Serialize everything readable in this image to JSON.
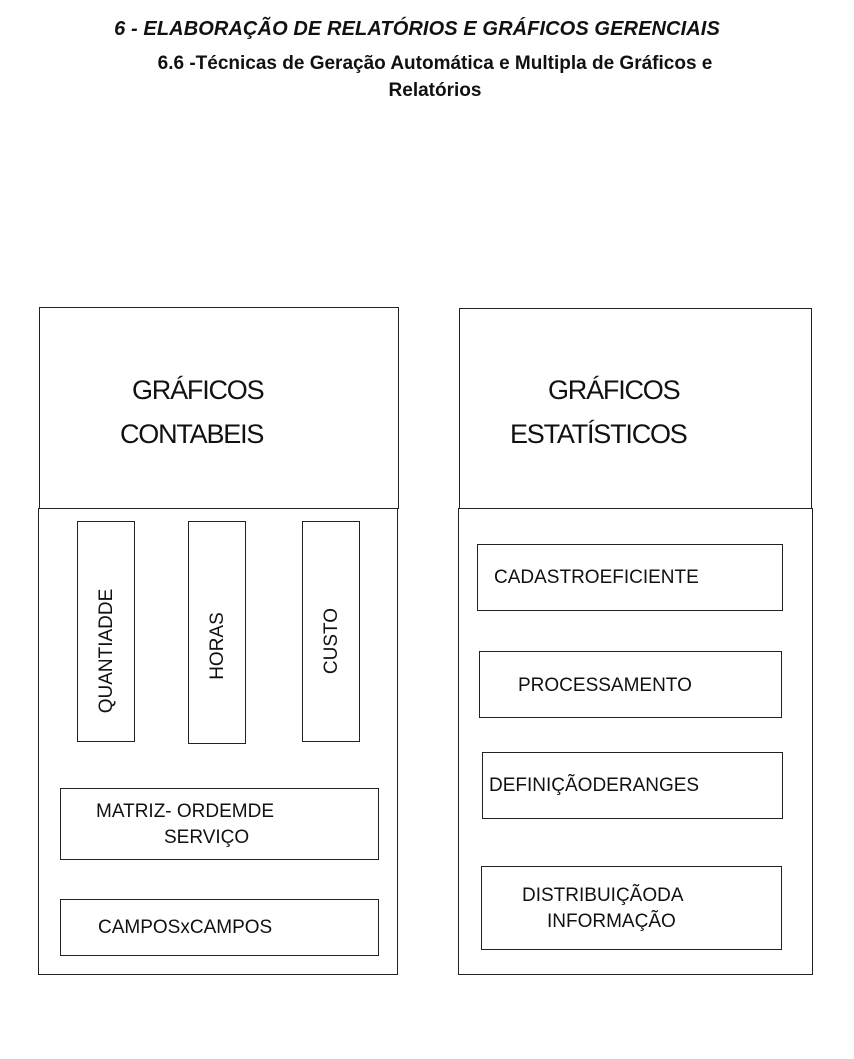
{
  "header": {
    "chapter": "6 - ELABORAÇÃO DE RELATÓRIOS E GRÁFICOS GERENCIAIS",
    "section_line1": "6.6 -Técnicas de Geração Automática e Multipla de  Gráficos e",
    "section_line2": "Relatórios"
  },
  "left": {
    "title_line1": "GRÁFICOS",
    "title_line2": "CONTABEIS",
    "columns": [
      "QUANTIADDE",
      "HORAS",
      "CUSTO"
    ],
    "matrix_line1": "MATRIZ-  ORDEMDE",
    "matrix_line2": "SERVIÇO",
    "source": "CAMPOSxCAMPOS"
  },
  "right": {
    "title_line1": "GRÁFICOS",
    "title_line2": "ESTATÍSTICOS",
    "steps": [
      "CADASTROEFICIENTE",
      "PROCESSAMENTO",
      "DEFINIÇÃODERANGES"
    ],
    "last_line1": "DISTRIBUIÇÃODA",
    "last_line2": "INFORMAÇÃO"
  }
}
